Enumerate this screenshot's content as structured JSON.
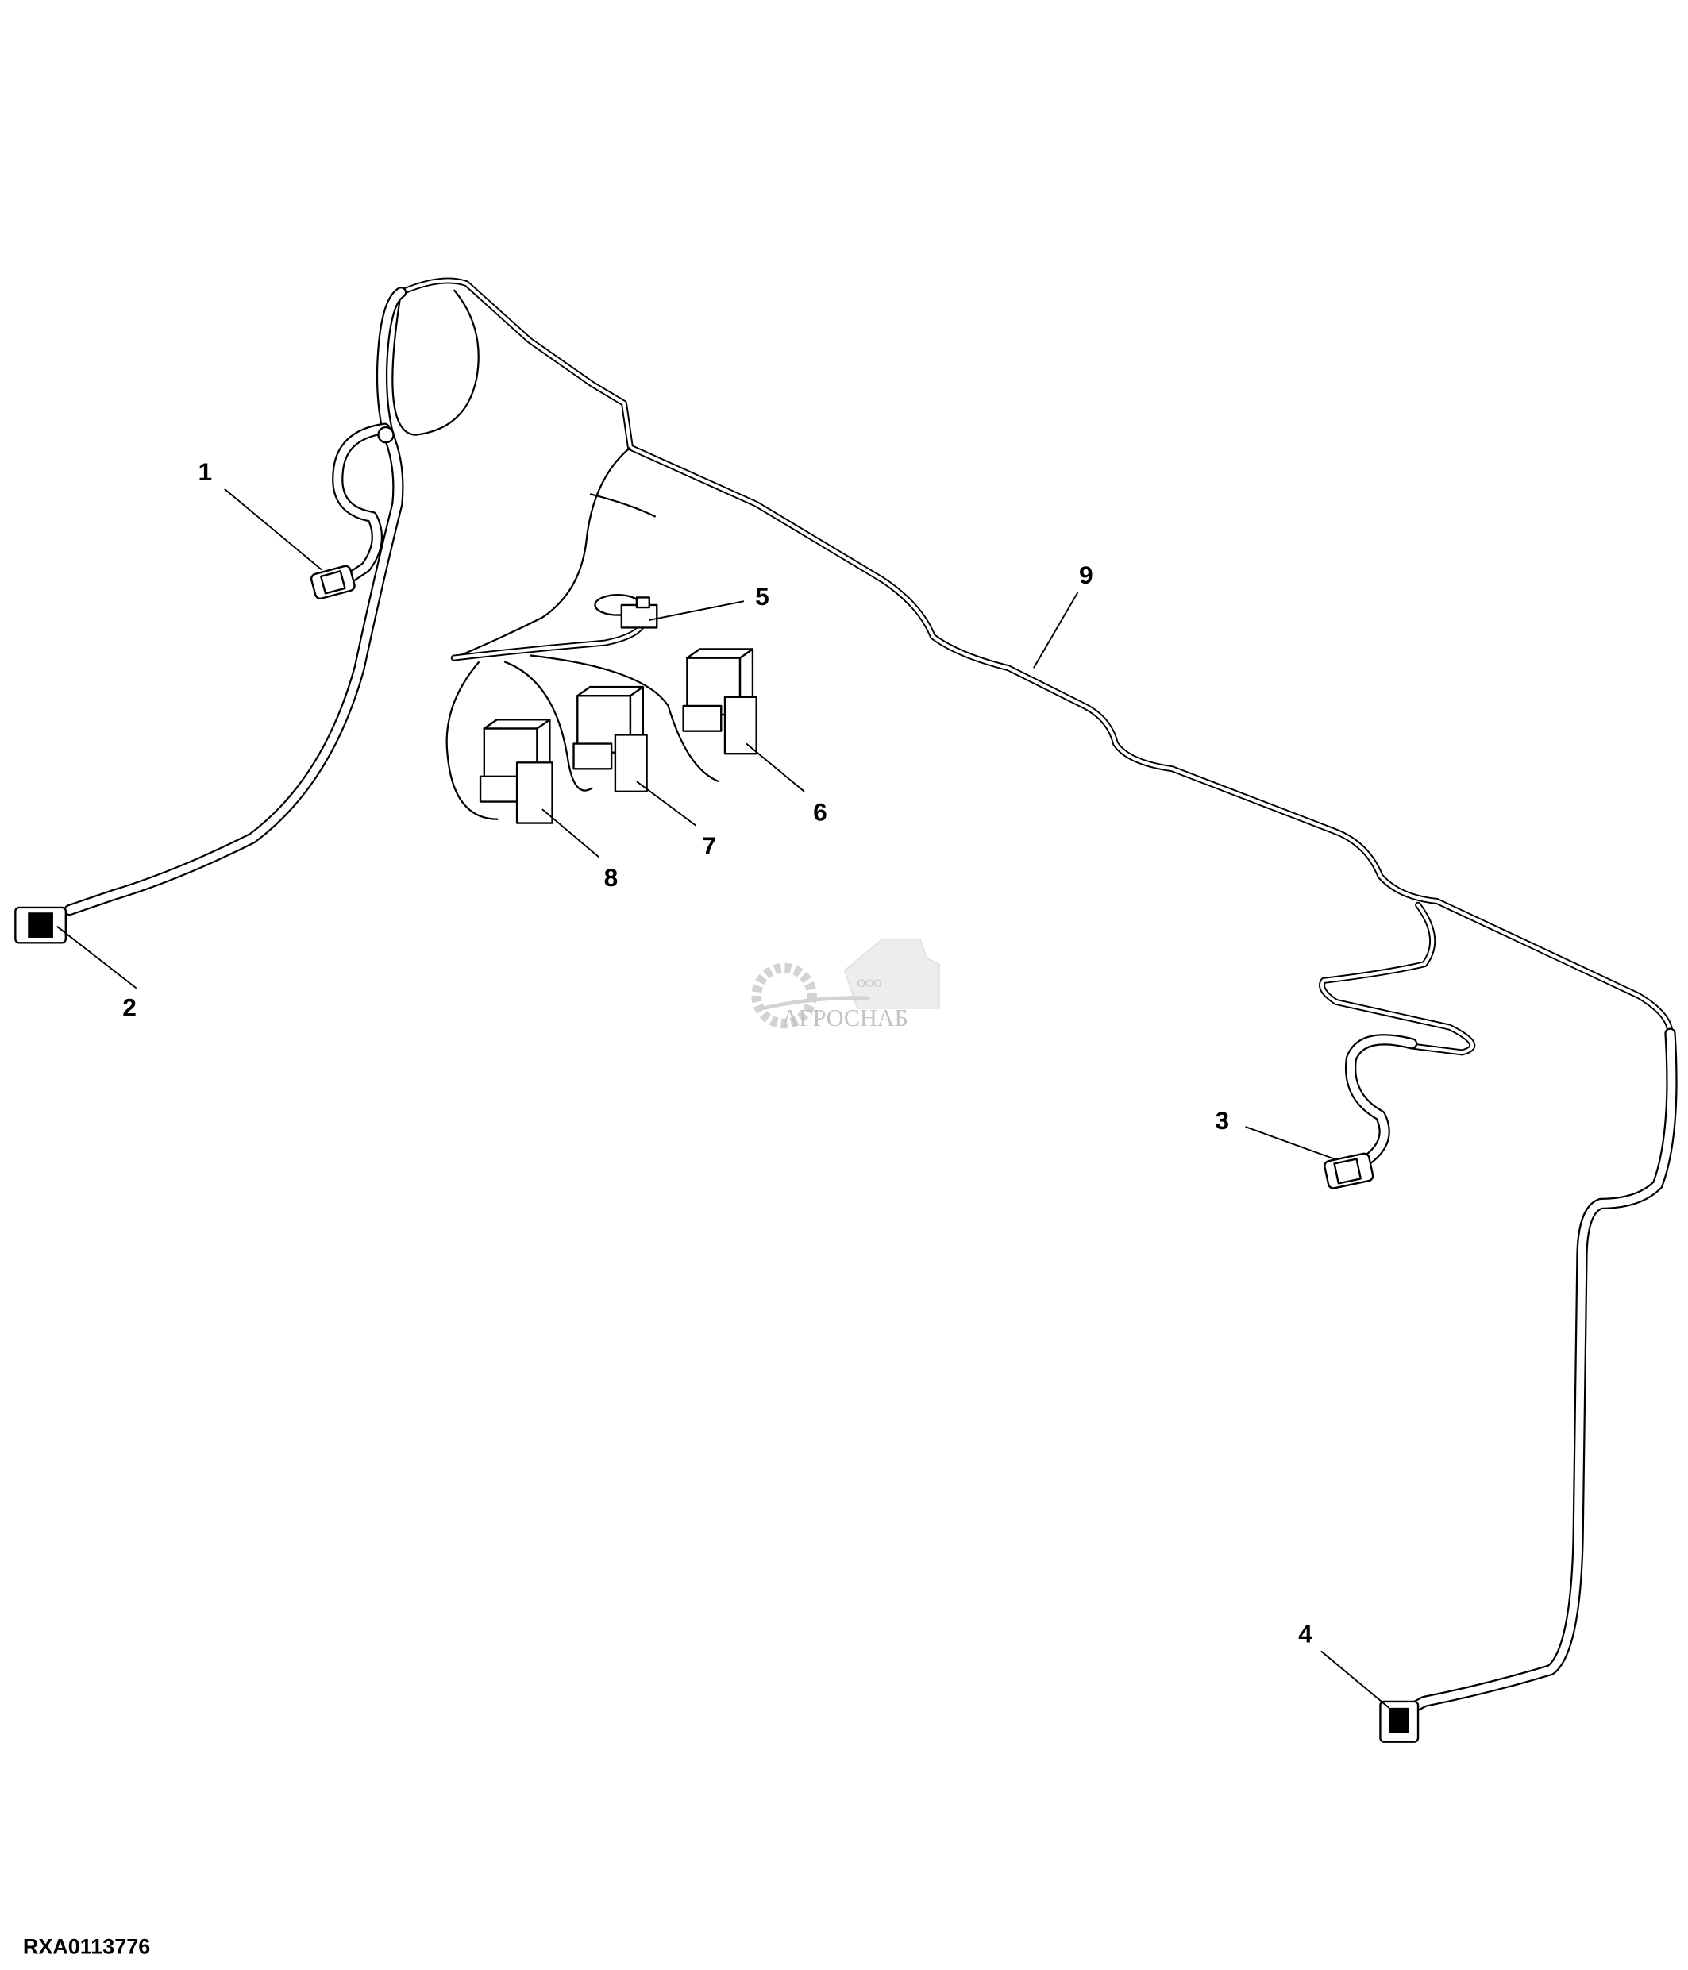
{
  "figure_code": "RXA0113776",
  "callouts": [
    "1",
    "2",
    "3",
    "4",
    "5",
    "6",
    "7",
    "8",
    "9"
  ],
  "watermark": {
    "prefix": "ООО",
    "name": "АГРОСНАБ"
  }
}
